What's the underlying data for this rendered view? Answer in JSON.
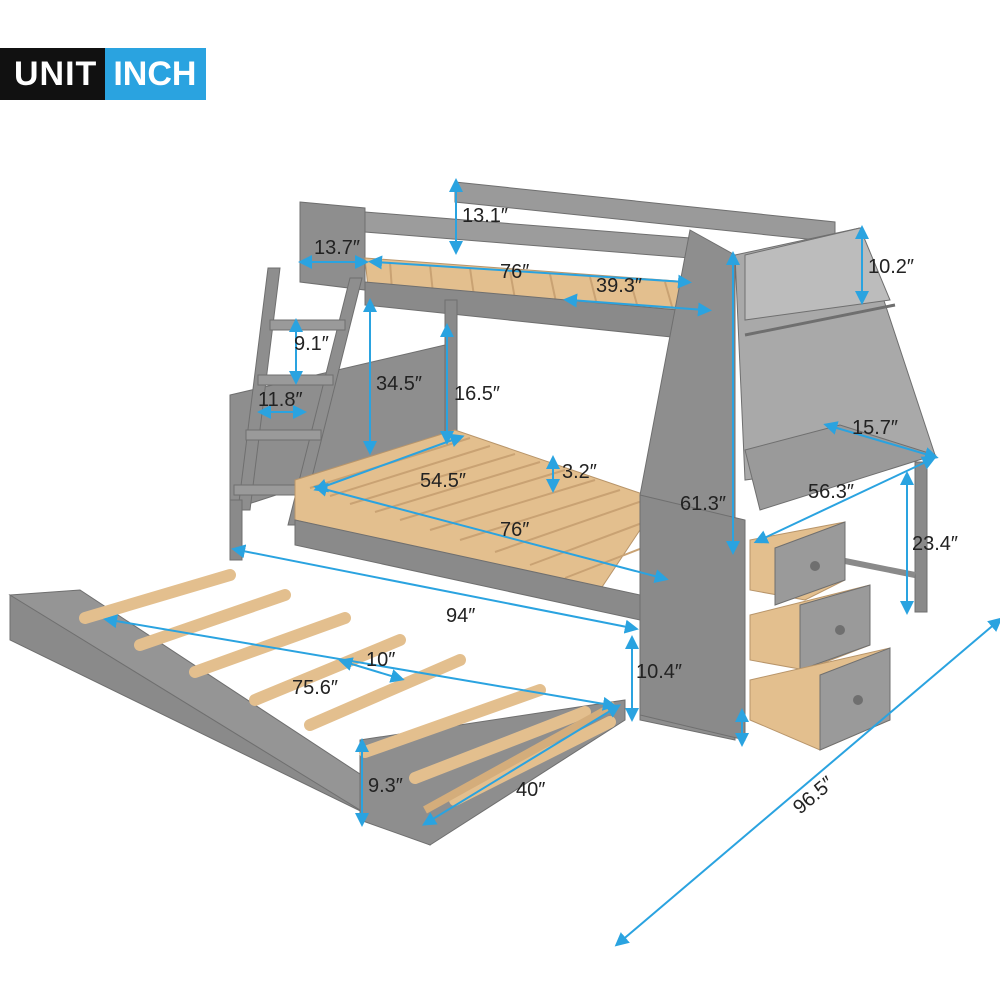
{
  "badge": {
    "unit_label": "UNIT",
    "unit_value": "INCH"
  },
  "colors": {
    "frame": "#8e8e8e",
    "frame_dark": "#6f6f6f",
    "frame_light": "#a9a9a9",
    "wood": "#e3bf8e",
    "arrow": "#2aa3e0",
    "badge_dark": "#111111",
    "badge_blue": "#2aa3e0"
  },
  "dimensions": [
    {
      "id": "top-rail-height",
      "label": "13.1″"
    },
    {
      "id": "top-guard-height",
      "label": "13.7″"
    },
    {
      "id": "top-length",
      "label": "76″"
    },
    {
      "id": "top-width",
      "label": "39.3″"
    },
    {
      "id": "shelf-height",
      "label": "10.2″"
    },
    {
      "id": "ladder-step-gap",
      "label": "9.1″"
    },
    {
      "id": "bunk-clearance",
      "label": "34.5″"
    },
    {
      "id": "bottom-rail-height",
      "label": "16.5″"
    },
    {
      "id": "ladder-width",
      "label": "11.8″"
    },
    {
      "id": "bottom-width",
      "label": "54.5″"
    },
    {
      "id": "slat-gap",
      "label": "3.2″"
    },
    {
      "id": "bottom-length",
      "label": "76″"
    },
    {
      "id": "desk-depth",
      "label": "15.7″"
    },
    {
      "id": "total-height",
      "label": "61.3″"
    },
    {
      "id": "desk-width",
      "label": "56.3″"
    },
    {
      "id": "desk-height",
      "label": "23.4″"
    },
    {
      "id": "overall-length",
      "label": "94″"
    },
    {
      "id": "trundle-slat-gap",
      "label": "10″"
    },
    {
      "id": "trundle-length",
      "label": "75.6″"
    },
    {
      "id": "cabinet-base-height",
      "label": "10.4″"
    },
    {
      "id": "trundle-height",
      "label": "9.3″"
    },
    {
      "id": "trundle-width",
      "label": "40″"
    },
    {
      "id": "overall-depth",
      "label": "96.5″"
    }
  ]
}
